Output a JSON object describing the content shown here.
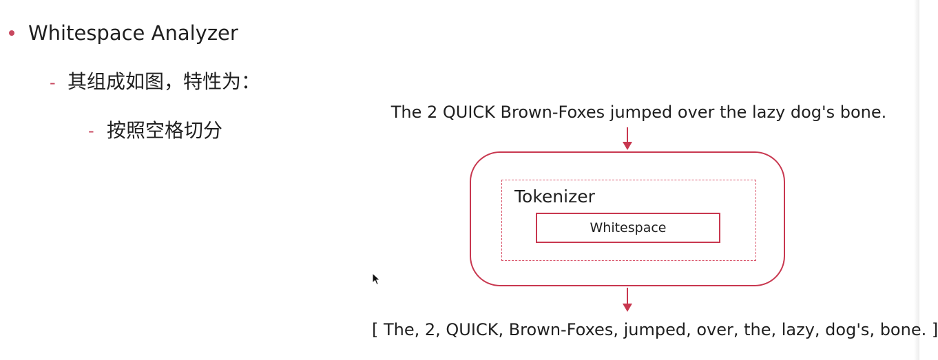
{
  "slide": {
    "bullet": {
      "title": "Whitespace Analyzer",
      "sub_item": "其组成如图，特性为：",
      "sub_sub_item": "按照空格切分"
    },
    "dash_char": "-"
  },
  "diagram": {
    "input_text": "The 2 QUICK Brown-Foxes jumped over the lazy dog's bone.",
    "analyzer_box": {
      "tokenizer_label": "Tokenizer",
      "tokenizer_name": "Whitespace"
    },
    "output_text": "[ The, 2, QUICK, Brown-Foxes, jumped, over, the, lazy, dog's, bone. ]"
  },
  "colors": {
    "accent": "#c8374f",
    "bullet": "#c8485f",
    "text": "#1f1f1f"
  },
  "icons": {
    "cursor": "mouse-pointer-icon"
  }
}
